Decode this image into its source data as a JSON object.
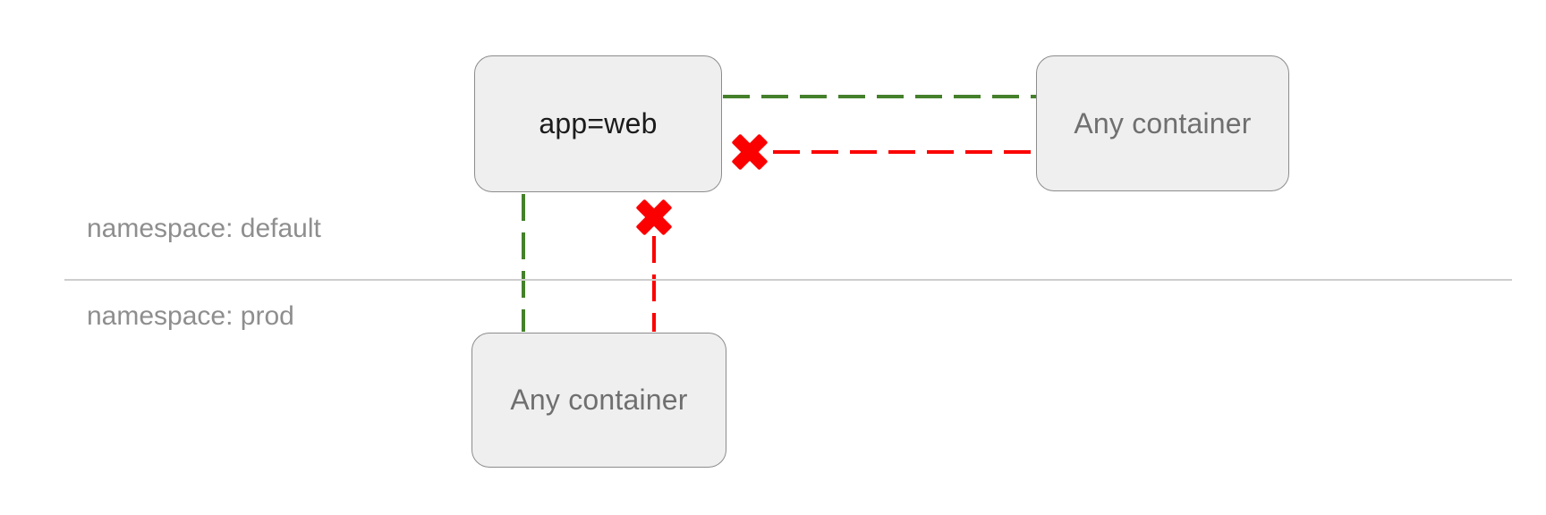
{
  "diagram": {
    "type": "network-policy-diagram",
    "namespaces": [
      {
        "id": "default",
        "label": "namespace: default"
      },
      {
        "id": "prod",
        "label": "namespace: prod"
      }
    ],
    "nodes": [
      {
        "id": "app-web",
        "label": "app=web",
        "namespace": "default"
      },
      {
        "id": "any-container-default",
        "label": "Any container",
        "namespace": "default"
      },
      {
        "id": "any-container-prod",
        "label": "Any container",
        "namespace": "prod"
      }
    ],
    "edges": [
      {
        "between": [
          "app-web",
          "any-container-default"
        ],
        "status": "allowed",
        "style": "dashed"
      },
      {
        "between": [
          "app-web",
          "any-container-default"
        ],
        "status": "blocked",
        "style": "dashed"
      },
      {
        "between": [
          "app-web",
          "any-container-prod"
        ],
        "status": "allowed",
        "style": "dashed"
      },
      {
        "between": [
          "app-web",
          "any-container-prod"
        ],
        "status": "blocked",
        "style": "dashed"
      }
    ],
    "colors": {
      "allowed": "#45802b",
      "blocked": "#fb0000",
      "node_fill": "#efefef",
      "node_border": "#8c8c8c",
      "node_text_primary": "#1b1b1b",
      "node_text_secondary": "#6f6f6f",
      "namespace_label_text": "#8e8e8e",
      "divider": "#cdcdcd",
      "background": "#ffffff"
    },
    "icons": {
      "blocked_x": "✖"
    }
  }
}
